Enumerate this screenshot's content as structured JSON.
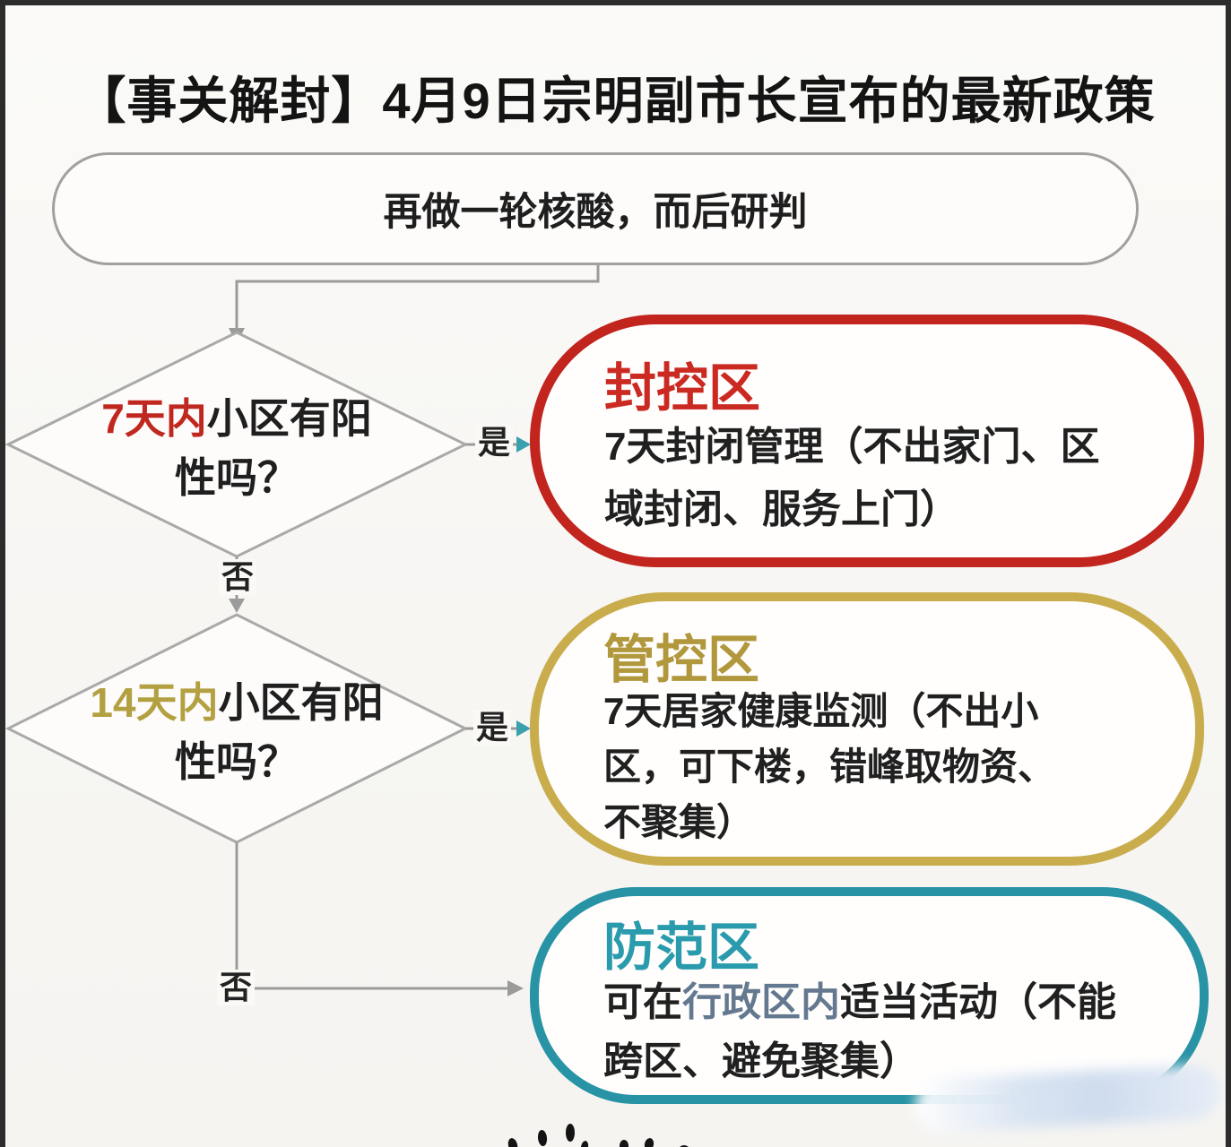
{
  "page": {
    "title": "【事关解封】4月9日宗明副市长宣布的最新政策"
  },
  "flow": {
    "start": {
      "label": "再做一轮核酸，而后研判"
    },
    "decisions": [
      {
        "highlight": "7天内",
        "rest": "小区有阳性吗？",
        "yes_label": "是",
        "no_label": "否"
      },
      {
        "highlight": "14天内",
        "rest": "小区有阳性吗？",
        "yes_label": "是",
        "no_label": "否"
      }
    ],
    "outcomes": [
      {
        "title": "封控区",
        "body": "7天封闭管理（不出家门、区域封闭、服务上门）"
      },
      {
        "title": "管控区",
        "body": "7天居家健康监测（不出小区，可下楼，错峰取物资、不聚集）"
      },
      {
        "title": "防范区",
        "body_prefix": "可在",
        "body_highlight": "行政区内",
        "body_rest": "适当活动（不能跨区、避免聚集）"
      }
    ]
  },
  "colors": {
    "lockdown_red": "#c2241e",
    "lockdown_title_red": "#cb2a22",
    "control_gold_border": "#c9ad4d",
    "control_gold_title": "#b2983c",
    "precaution_teal_border": "#2793a5",
    "precaution_teal_title": "#2a9bac",
    "highlight_red": "#c0281f",
    "highlight_gold": "#b3a041",
    "link_slate": "#64798f",
    "connector_gray": "#9b9b9b",
    "frame_dark": "#2c2c2c"
  }
}
